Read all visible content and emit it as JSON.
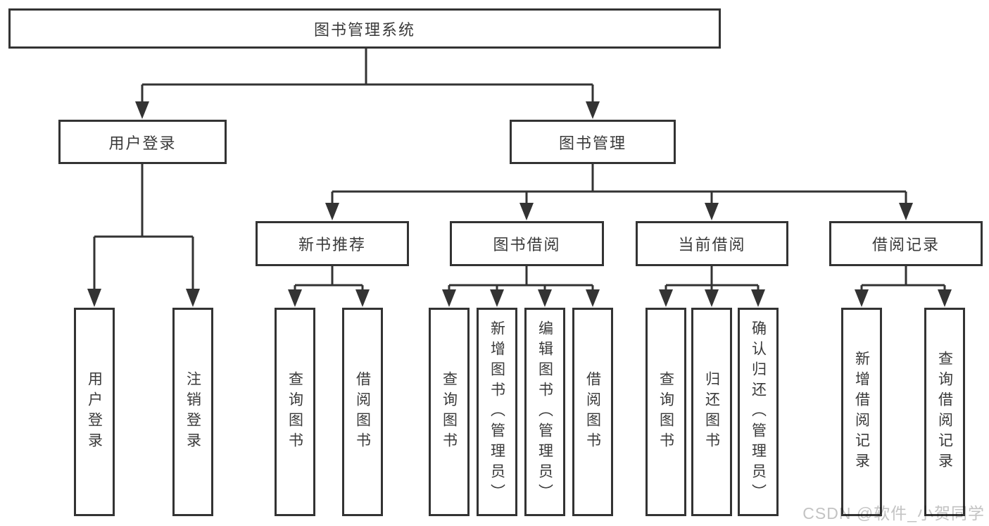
{
  "diagram": {
    "root": "图书管理系统",
    "level2": [
      "用户登录",
      "图书管理"
    ],
    "level3": [
      "新书推荐",
      "图书借阅",
      "当前借阅",
      "借阅记录"
    ],
    "leaves": {
      "user_login": [
        "用户登录",
        "注销登录"
      ],
      "new_book": [
        "查询图书",
        "借阅图书"
      ],
      "book_borrow": [
        "查询图书",
        "新增图书（管理员）",
        "编辑图书（管理员）",
        "借阅图书"
      ],
      "current_borrow": [
        "查询图书",
        "归还图书",
        "确认归还（管理员）"
      ],
      "borrow_record": [
        "新增借阅记录",
        "查询借阅记录"
      ]
    }
  },
  "watermark": "CSDN @软件_小贺同学",
  "colors": {
    "line": "#333333",
    "text": "#3a3a3a",
    "box_background": "#ffffff",
    "page_background": "#ffffff",
    "watermark": "#c3c3c3"
  }
}
